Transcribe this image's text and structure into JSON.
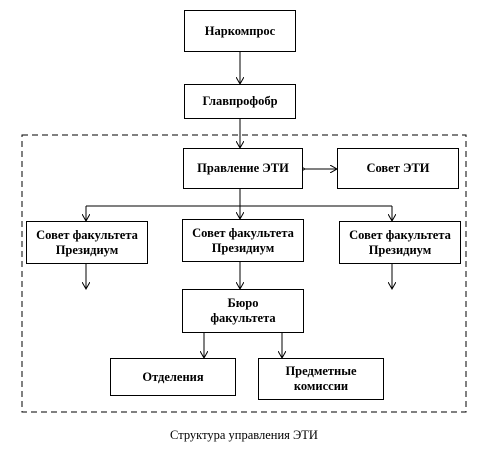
{
  "diagram": {
    "nodes": {
      "narkompros": "Наркомпрос",
      "glavprofobr": "Главпрофобр",
      "pravlenie": "Правление ЭТИ",
      "sovet_eti": "Совет ЭТИ",
      "faculty_left": "Совет факультета\nПрезидиум",
      "faculty_center": "Совет факультета\nПрезидиум",
      "faculty_right": "Совет факультета\nПрезидиум",
      "buro": "Бюро\nфакультета",
      "otdeleniya": "Отделения",
      "predmetnye": "Предметные\nкомиссии"
    },
    "caption": "Структура управления ЭТИ"
  }
}
